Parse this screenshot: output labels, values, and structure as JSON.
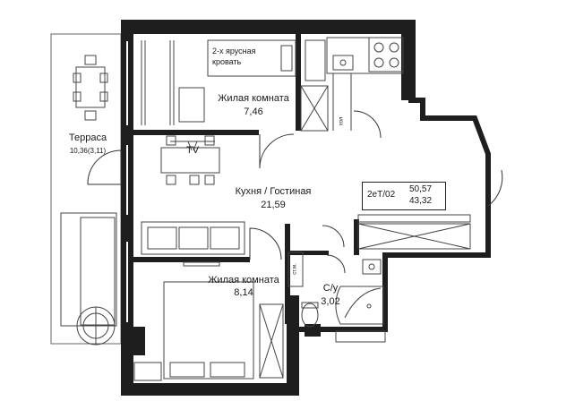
{
  "rooms": {
    "bedroom_top": {
      "name": "Жилая комната",
      "area": "7,46"
    },
    "kitchen_living": {
      "name": "Кухня / Гостиная",
      "area": "21,59"
    },
    "bedroom_bottom": {
      "name": "Жилая комната",
      "area": "8,14"
    },
    "bathroom": {
      "name": "С/у",
      "area": "3,02"
    },
    "terrace": {
      "name": "Терраса",
      "area": "10,36(3,11)"
    }
  },
  "annotations": {
    "bunk_bed": "2-х ярусная кровать",
    "tv": "TV",
    "washer": "ст.м.",
    "fridge": "хол"
  },
  "apartment": {
    "code": "2еТ/02",
    "total_area": "50,57",
    "living_area": "43,32"
  },
  "colors": {
    "wall": "#1e1e1e",
    "line": "#333333",
    "glass": "#ffffff"
  }
}
